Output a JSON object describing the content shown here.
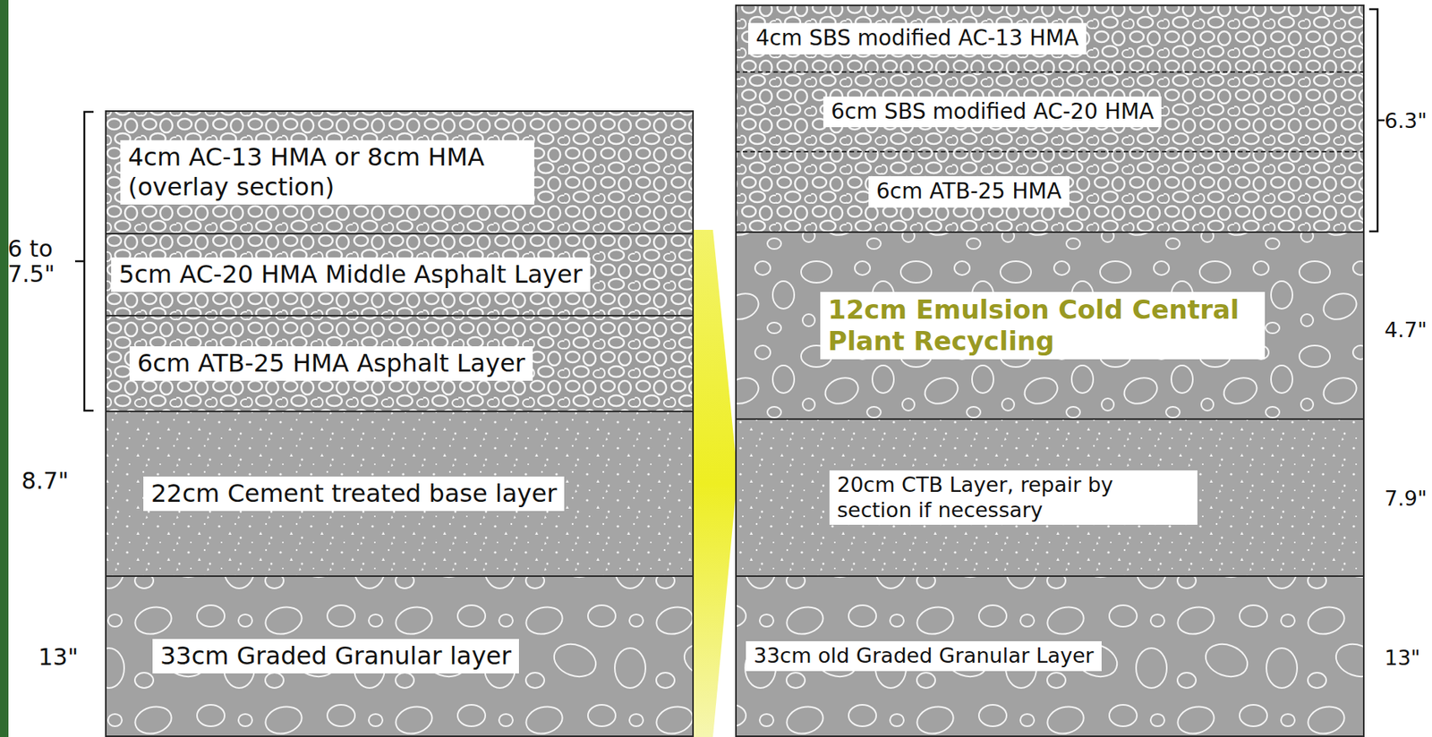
{
  "diagram": {
    "nodes": [
      {
        "text": [
          "4cm AC-13 HMA or 8cm HMA (overlay section)"
        ]
      },
      {
        "text": [
          "5cm AC-20 HMA Middle Asphalt Layer"
        ]
      },
      {
        "text": [
          "6cm ATB-25 HMA Asphalt Layer"
        ]
      },
      {
        "text": [
          "22cm Cement treated base layer"
        ]
      },
      {
        "text": [
          "33cm Graded Granular layer"
        ]
      },
      {
        "text": [
          "4cm SBS modified AC-13 HMA"
        ]
      },
      {
        "text": [
          "6cm SBS modified AC-20 HMA"
        ]
      },
      {
        "text": [
          "6cm ATB-25 HMA"
        ]
      },
      {
        "text": [
          "12cm Emulsion Cold Central Plant Recycling"
        ]
      },
      {
        "text": [
          "20cm CTB Layer, repair by section if necessary"
        ]
      },
      {
        "text": [
          "33cm old Graded Granular Layer"
        ]
      }
    ],
    "labels": [
      "6 to 7.5\"",
      "8.7\"",
      "13\"",
      "6.3\"",
      "4.7\"",
      "7.9\"",
      "13\""
    ]
  }
}
